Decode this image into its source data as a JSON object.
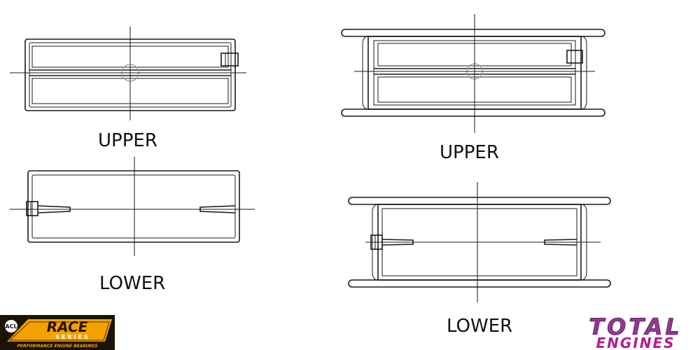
{
  "labels": {
    "upper_left": "UPPER",
    "lower_left": "LOWER",
    "upper_right": "UPPER",
    "lower_right": "LOWER"
  },
  "logos": {
    "acl_race": {
      "badge": "ACL",
      "title": "RACE",
      "subtitle": "SERIES",
      "tagline": "PERFORMANCE ENGINE BEARINGS"
    },
    "total_engines": {
      "line1": "TOTAL",
      "line2": "ENGINES"
    }
  },
  "colors": {
    "line": "#1a1a1a",
    "background": "#ffffff",
    "race_gold": "#f2a100",
    "race_dark": "#1b1208",
    "total_purple": "#8f3a8f",
    "engines_magenta": "#b0208c"
  }
}
